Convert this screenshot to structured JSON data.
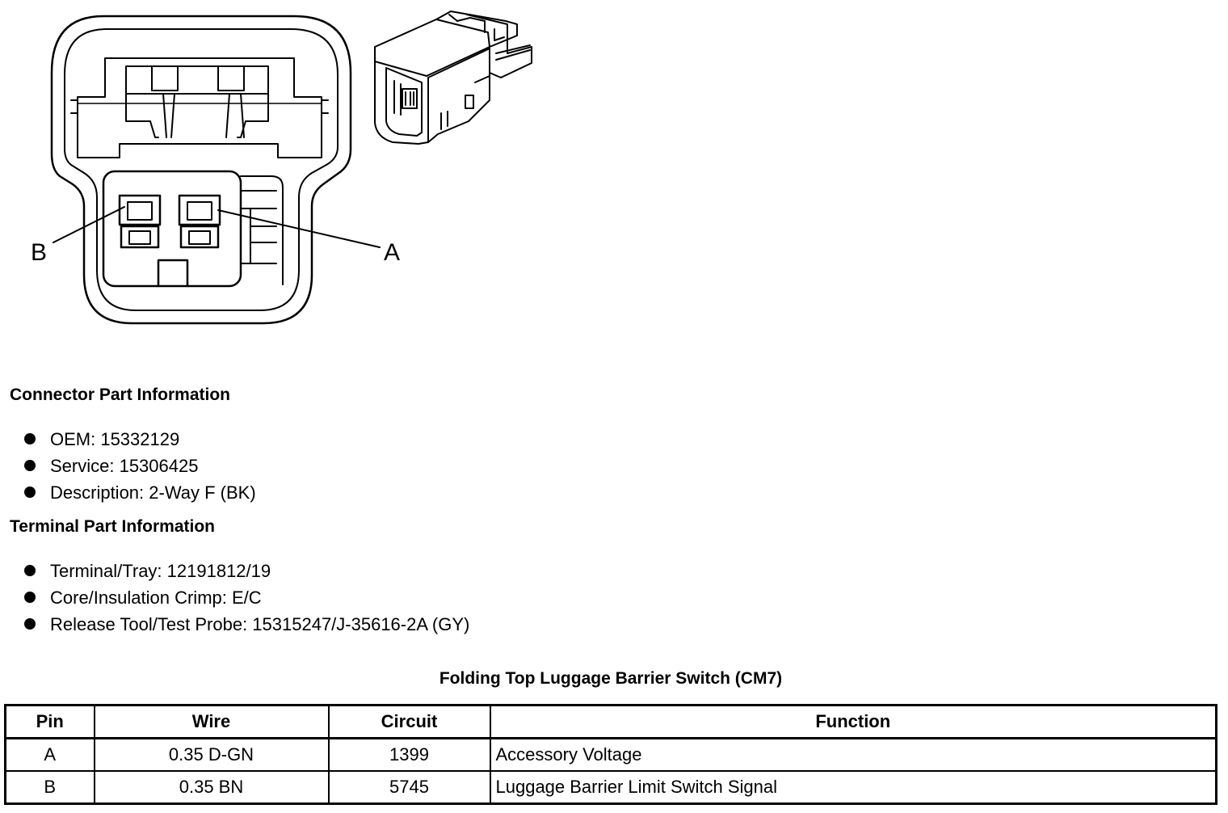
{
  "diagram": {
    "pin_labels": {
      "b": "B",
      "a": "A"
    }
  },
  "connector_info": {
    "heading": "Connector Part Information",
    "items": [
      {
        "text": "OEM: 15332129"
      },
      {
        "text": "Service: 15306425"
      },
      {
        "text": "Description: 2-Way F (BK)"
      }
    ]
  },
  "terminal_info": {
    "heading": "Terminal Part Information",
    "items": [
      {
        "text": "Terminal/Tray: 12191812/19"
      },
      {
        "text": "Core/Insulation Crimp: E/C"
      },
      {
        "text": "Release Tool/Test Probe: 15315247/J-35616-2A (GY)"
      }
    ]
  },
  "pin_table": {
    "title": "Folding Top Luggage Barrier Switch (CM7)",
    "headers": {
      "pin": "Pin",
      "wire": "Wire",
      "circuit": "Circuit",
      "function": "Function"
    },
    "rows": [
      {
        "pin": "A",
        "wire": "0.35 D-GN",
        "circuit": "1399",
        "function": "Accessory Voltage"
      },
      {
        "pin": "B",
        "wire": "0.35 BN",
        "circuit": "5745",
        "function": "Luggage Barrier Limit Switch Signal"
      }
    ]
  }
}
